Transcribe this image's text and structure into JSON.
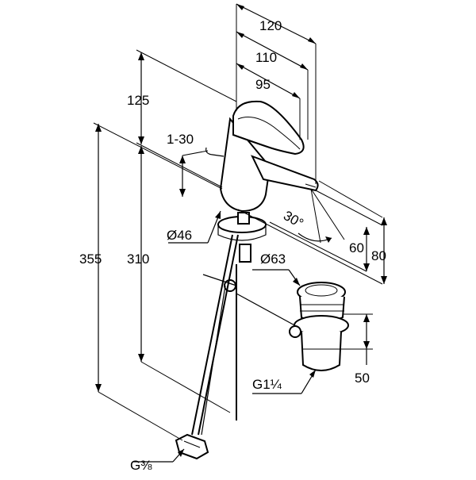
{
  "drawing": {
    "dimensions": {
      "width_120": "120",
      "width_110": "110",
      "width_95": "95",
      "height_125": "125",
      "height_355": "355",
      "height_310": "310",
      "travel_1_30": "1-30",
      "body_diameter": "Ø46",
      "spout_angle": "30°",
      "spout_height_60": "60",
      "spout_height_80": "80",
      "waste_diameter": "Ø63",
      "waste_height": "50"
    },
    "threads": {
      "waste_thread": "G1¼",
      "supply_thread": "G⅜"
    }
  }
}
